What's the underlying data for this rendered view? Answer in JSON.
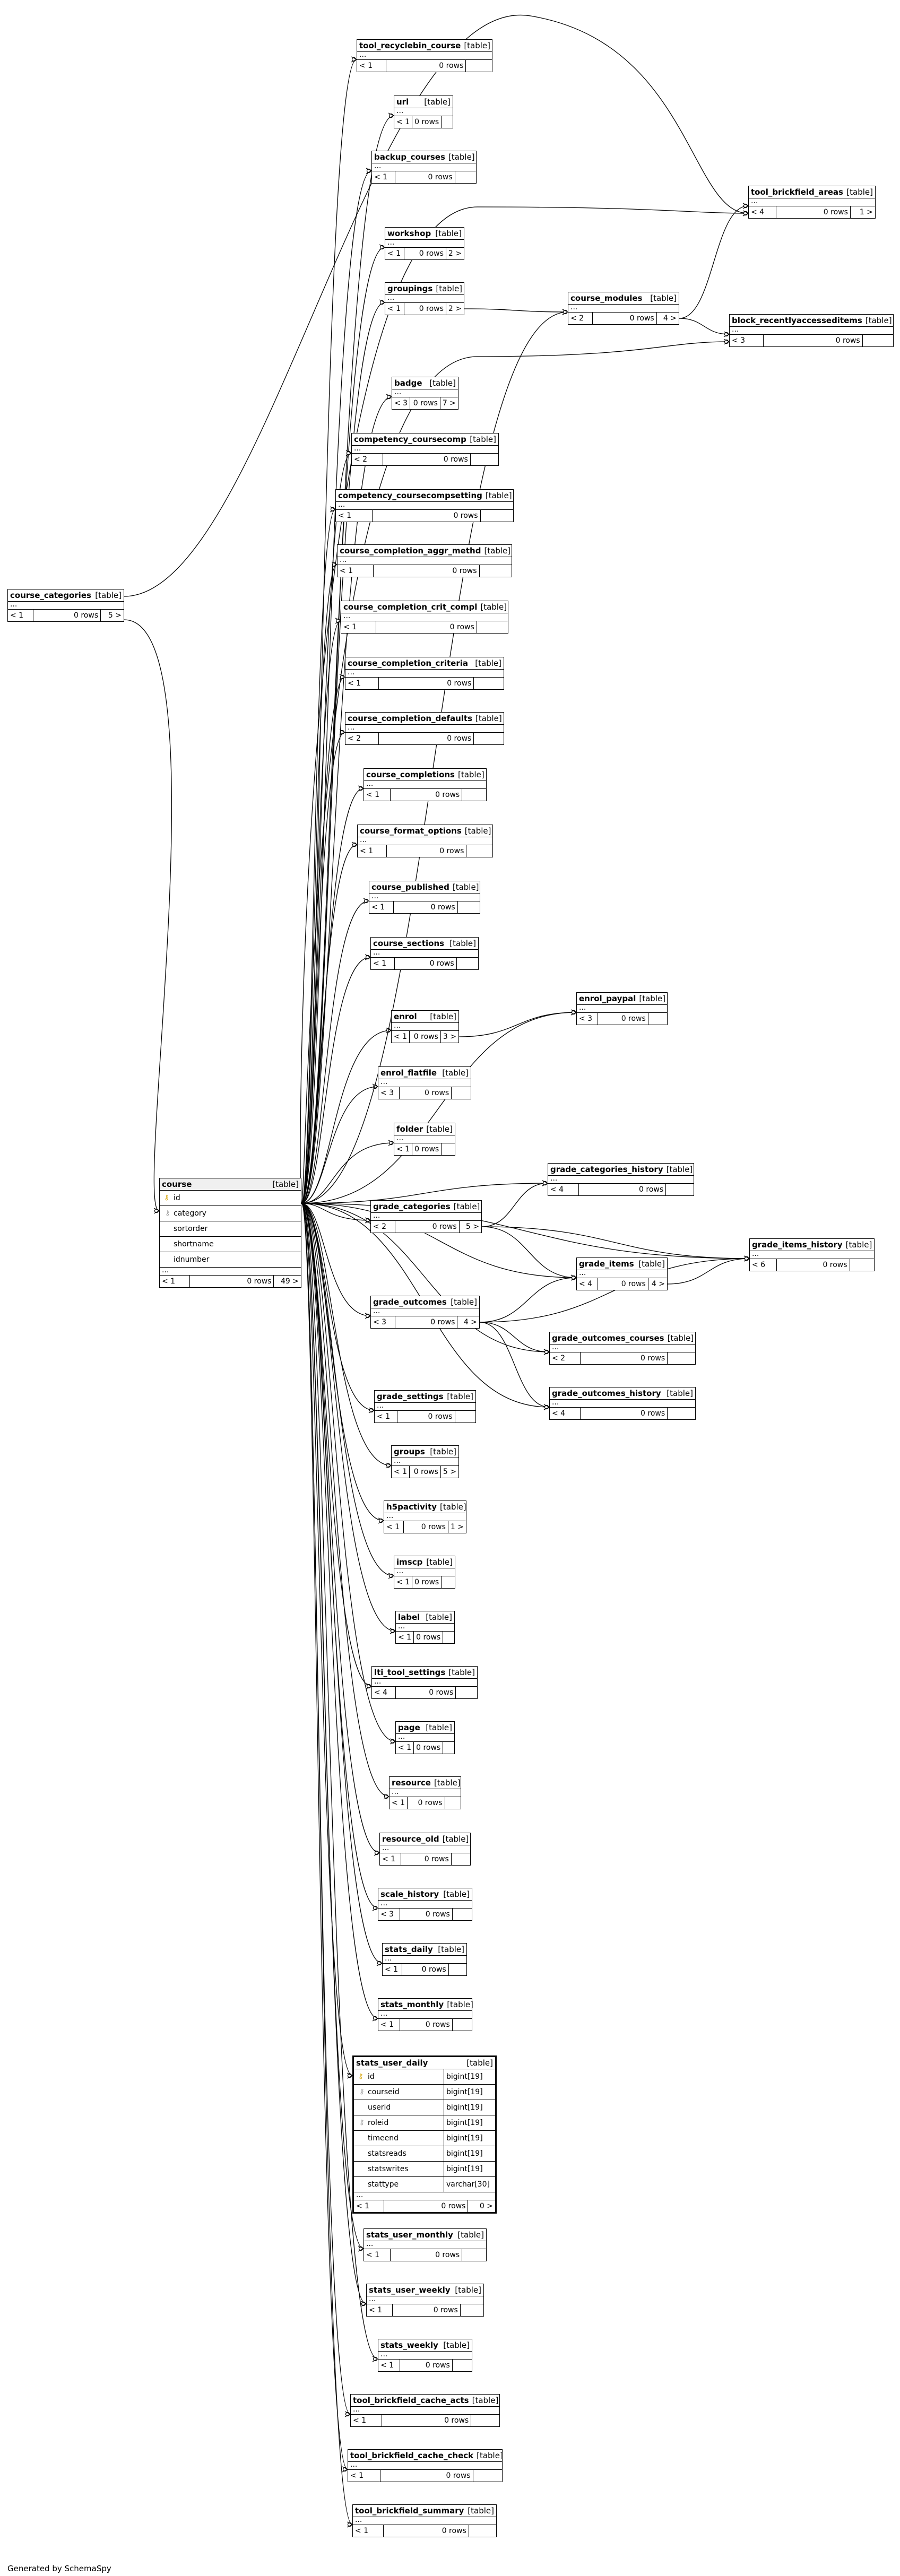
{
  "footer": "Generated by SchemaSpy",
  "type_label": "[table]",
  "rows_suffix": "rows",
  "tables": {
    "tool_recyclebin_course": {
      "name": "tool_recyclebin_course",
      "parents": "< 1",
      "rows": "0 rows",
      "children": ""
    },
    "url": {
      "name": "url",
      "parents": "< 1",
      "rows": "0 rows",
      "children": ""
    },
    "backup_courses": {
      "name": "backup_courses",
      "parents": "< 1",
      "rows": "0 rows",
      "children": ""
    },
    "tool_brickfield_areas": {
      "name": "tool_brickfield_areas",
      "parents": "< 4",
      "rows": "0 rows",
      "children": "1 >"
    },
    "workshop": {
      "name": "workshop",
      "parents": "< 1",
      "rows": "0 rows",
      "children": "2 >"
    },
    "groupings": {
      "name": "groupings",
      "parents": "< 1",
      "rows": "0 rows",
      "children": "2 >"
    },
    "course_modules": {
      "name": "course_modules",
      "parents": "< 2",
      "rows": "0 rows",
      "children": "4 >"
    },
    "block_recentlyaccesseditems": {
      "name": "block_recentlyaccesseditems",
      "parents": "< 3",
      "rows": "0 rows",
      "children": ""
    },
    "badge": {
      "name": "badge",
      "parents": "< 3",
      "rows": "0 rows",
      "children": "7 >"
    },
    "competency_coursecomp": {
      "name": "competency_coursecomp",
      "parents": "< 2",
      "rows": "0 rows",
      "children": ""
    },
    "competency_coursecompsetting": {
      "name": "competency_coursecompsetting",
      "parents": "< 1",
      "rows": "0 rows",
      "children": ""
    },
    "course_categories": {
      "name": "course_categories",
      "parents": "< 1",
      "rows": "0 rows",
      "children": "5 >"
    },
    "course_completion_aggr_methd": {
      "name": "course_completion_aggr_methd",
      "parents": "< 1",
      "rows": "0 rows",
      "children": ""
    },
    "course_completion_crit_compl": {
      "name": "course_completion_crit_compl",
      "parents": "< 1",
      "rows": "0 rows",
      "children": ""
    },
    "course_completion_criteria": {
      "name": "course_completion_criteria",
      "parents": "< 1",
      "rows": "0 rows",
      "children": ""
    },
    "course_completion_defaults": {
      "name": "course_completion_defaults",
      "parents": "< 2",
      "rows": "0 rows",
      "children": ""
    },
    "course_completions": {
      "name": "course_completions",
      "parents": "< 1",
      "rows": "0 rows",
      "children": ""
    },
    "course_format_options": {
      "name": "course_format_options",
      "parents": "< 1",
      "rows": "0 rows",
      "children": ""
    },
    "course_published": {
      "name": "course_published",
      "parents": "< 1",
      "rows": "0 rows",
      "children": ""
    },
    "course_sections": {
      "name": "course_sections",
      "parents": "< 1",
      "rows": "0 rows",
      "children": ""
    },
    "enrol_paypal": {
      "name": "enrol_paypal",
      "parents": "< 3",
      "rows": "0 rows",
      "children": ""
    },
    "enrol": {
      "name": "enrol",
      "parents": "< 1",
      "rows": "0 rows",
      "children": "3 >"
    },
    "enrol_flatfile": {
      "name": "enrol_flatfile",
      "parents": "< 3",
      "rows": "0 rows",
      "children": ""
    },
    "folder": {
      "name": "folder",
      "parents": "< 1",
      "rows": "0 rows",
      "children": ""
    },
    "course": {
      "name": "course",
      "parents": "< 1",
      "rows": "0 rows",
      "children": "49 >",
      "columns": [
        {
          "name": "id",
          "key": "pk"
        },
        {
          "name": "category",
          "key": "fk"
        },
        {
          "name": "sortorder",
          "key": ""
        },
        {
          "name": "shortname",
          "key": ""
        },
        {
          "name": "idnumber",
          "key": ""
        }
      ]
    },
    "grade_categories_history": {
      "name": "grade_categories_history",
      "parents": "< 4",
      "rows": "0 rows",
      "children": ""
    },
    "grade_categories": {
      "name": "grade_categories",
      "parents": "< 2",
      "rows": "0 rows",
      "children": "5 >"
    },
    "grade_items_history": {
      "name": "grade_items_history",
      "parents": "< 6",
      "rows": "0 rows",
      "children": ""
    },
    "grade_items": {
      "name": "grade_items",
      "parents": "< 4",
      "rows": "0 rows",
      "children": "4 >"
    },
    "grade_outcomes": {
      "name": "grade_outcomes",
      "parents": "< 3",
      "rows": "0 rows",
      "children": "4 >"
    },
    "grade_outcomes_courses": {
      "name": "grade_outcomes_courses",
      "parents": "< 2",
      "rows": "0 rows",
      "children": ""
    },
    "grade_outcomes_history": {
      "name": "grade_outcomes_history",
      "parents": "< 4",
      "rows": "0 rows",
      "children": ""
    },
    "grade_settings": {
      "name": "grade_settings",
      "parents": "< 1",
      "rows": "0 rows",
      "children": ""
    },
    "groups": {
      "name": "groups",
      "parents": "< 1",
      "rows": "0 rows",
      "children": "5 >"
    },
    "h5pactivity": {
      "name": "h5pactivity",
      "parents": "< 1",
      "rows": "0 rows",
      "children": "1 >"
    },
    "imscp": {
      "name": "imscp",
      "parents": "< 1",
      "rows": "0 rows",
      "children": ""
    },
    "label": {
      "name": "label",
      "parents": "< 1",
      "rows": "0 rows",
      "children": ""
    },
    "lti_tool_settings": {
      "name": "lti_tool_settings",
      "parents": "< 4",
      "rows": "0 rows",
      "children": ""
    },
    "page": {
      "name": "page",
      "parents": "< 1",
      "rows": "0 rows",
      "children": ""
    },
    "resource": {
      "name": "resource",
      "parents": "< 1",
      "rows": "0 rows",
      "children": ""
    },
    "resource_old": {
      "name": "resource_old",
      "parents": "< 1",
      "rows": "0 rows",
      "children": ""
    },
    "scale_history": {
      "name": "scale_history",
      "parents": "< 3",
      "rows": "0 rows",
      "children": ""
    },
    "stats_daily": {
      "name": "stats_daily",
      "parents": "< 1",
      "rows": "0 rows",
      "children": ""
    },
    "stats_monthly": {
      "name": "stats_monthly",
      "parents": "< 1",
      "rows": "0 rows",
      "children": ""
    },
    "stats_user_daily": {
      "name": "stats_user_daily",
      "parents": "< 1",
      "rows": "0 rows",
      "children": "0 >",
      "columns": [
        {
          "name": "id",
          "type": "bigint[19]",
          "key": "pk"
        },
        {
          "name": "courseid",
          "type": "bigint[19]",
          "key": "fk"
        },
        {
          "name": "userid",
          "type": "bigint[19]",
          "key": ""
        },
        {
          "name": "roleid",
          "type": "bigint[19]",
          "key": "fk"
        },
        {
          "name": "timeend",
          "type": "bigint[19]",
          "key": ""
        },
        {
          "name": "statsreads",
          "type": "bigint[19]",
          "key": ""
        },
        {
          "name": "statswrites",
          "type": "bigint[19]",
          "key": ""
        },
        {
          "name": "stattype",
          "type": "varchar[30]",
          "key": ""
        }
      ]
    },
    "stats_user_monthly": {
      "name": "stats_user_monthly",
      "parents": "< 1",
      "rows": "0 rows",
      "children": ""
    },
    "stats_user_weekly": {
      "name": "stats_user_weekly",
      "parents": "< 1",
      "rows": "0 rows",
      "children": ""
    },
    "stats_weekly": {
      "name": "stats_weekly",
      "parents": "< 1",
      "rows": "0 rows",
      "children": ""
    },
    "tool_brickfield_cache_acts": {
      "name": "tool_brickfield_cache_acts",
      "parents": "< 1",
      "rows": "0 rows",
      "children": ""
    },
    "tool_brickfield_cache_check": {
      "name": "tool_brickfield_cache_check",
      "parents": "< 1",
      "rows": "0 rows",
      "children": ""
    },
    "tool_brickfield_summary": {
      "name": "tool_brickfield_summary",
      "parents": "< 1",
      "rows": "0 rows",
      "children": ""
    }
  },
  "relationships": [
    {
      "from": "course",
      "to": "course_categories"
    },
    {
      "from": "course_categories",
      "to": "tool_brickfield_areas"
    },
    {
      "from": "course",
      "to": "tool_brickfield_areas"
    },
    {
      "from": "course_modules",
      "to": "tool_brickfield_areas"
    },
    {
      "from": "course_modules",
      "to": "block_recentlyaccesseditems"
    },
    {
      "from": "course",
      "to": "block_recentlyaccesseditems"
    },
    {
      "from": "groupings",
      "to": "course_modules"
    },
    {
      "from": "course",
      "to": "course_modules"
    },
    {
      "from": "enrol",
      "to": "enrol_paypal"
    },
    {
      "from": "course",
      "to": "enrol_paypal"
    },
    {
      "from": "course",
      "to": "grade_categories_history"
    },
    {
      "from": "grade_categories",
      "to": "grade_categories_history"
    },
    {
      "from": "grade_categories",
      "to": "grade_items"
    },
    {
      "from": "grade_categories",
      "to": "grade_items_history"
    },
    {
      "from": "grade_items",
      "to": "grade_items_history"
    },
    {
      "from": "grade_outcomes",
      "to": "grade_items"
    },
    {
      "from": "grade_outcomes",
      "to": "grade_items_history"
    },
    {
      "from": "course",
      "to": "grade_items_history"
    },
    {
      "from": "course",
      "to": "grade_items"
    },
    {
      "from": "grade_outcomes",
      "to": "grade_outcomes_courses"
    },
    {
      "from": "grade_outcomes",
      "to": "grade_outcomes_history"
    },
    {
      "from": "course",
      "to": "grade_outcomes_courses"
    },
    {
      "from": "course",
      "to": "grade_outcomes_history"
    }
  ]
}
